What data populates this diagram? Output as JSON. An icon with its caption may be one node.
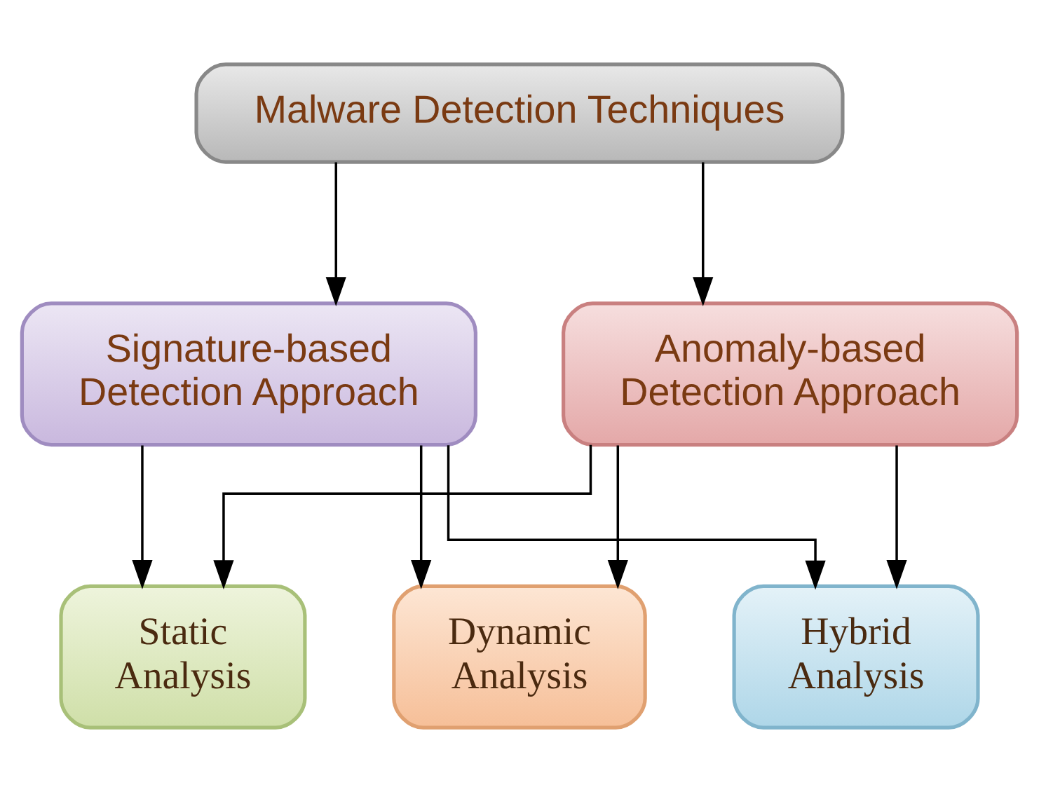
{
  "diagram": {
    "nodes": [
      {
        "text": [
          "Malware Detection Techniques"
        ]
      },
      {
        "text": [
          "Signature-based Detection Approach"
        ]
      },
      {
        "text": [
          "Anomaly-based Detection Approach"
        ]
      },
      {
        "text": [
          "Static Analysis"
        ]
      },
      {
        "text": [
          "Dynamic Analysis"
        ]
      },
      {
        "text": [
          "Hybrid Analysis"
        ]
      }
    ],
    "edges": [
      {
        "from": 0,
        "to": 1,
        "arrow": "to"
      },
      {
        "from": 0,
        "to": 2,
        "arrow": "to"
      },
      {
        "from": 1,
        "to": 3,
        "arrow": "to"
      },
      {
        "from": 1,
        "to": 4,
        "arrow": "to"
      },
      {
        "from": 1,
        "to": 5,
        "arrow": "to"
      },
      {
        "from": 2,
        "to": 3,
        "arrow": "to"
      },
      {
        "from": 2,
        "to": 4,
        "arrow": "to"
      },
      {
        "from": 2,
        "to": 5,
        "arrow": "to"
      }
    ]
  }
}
